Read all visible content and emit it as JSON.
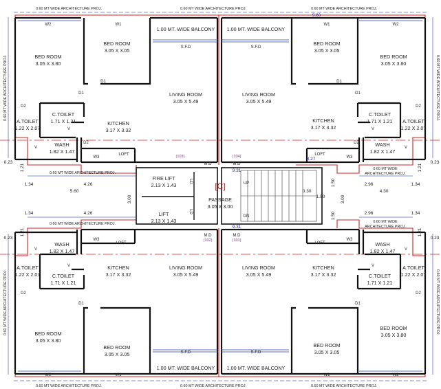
{
  "projection": {
    "top_left": "0.60 MT WIDE ARCHITECTURE PROJ.",
    "top_center": "0.60 MT WIDE ARCHITECTURE PROJ.",
    "top_right": "0.60 MT WIDE ARCHITECTURE PROJ.",
    "bottom_left": "0.60 MT WIDE ARCHITECTURE PROJ.",
    "bottom_center": "0.60 MT WIDE ARCHITECTURE PROJ.",
    "bottom_right": "0.60 MT WIDE ARCHITECTURE PROJ.",
    "left_upper": "0.60 MT WIDE ARCHITECTURE PROJ.",
    "left_lower": "0.60 MT WIDE ARCHITECTURE PROJ.",
    "right_upper": "0.60 MT WIDE ARCHITECTURE PROJ.",
    "right_lower": "0.60 MT WIDE ARCHITECTURE PROJ.",
    "mid_left_upper": "0.60 MT WIDE ARCHITECTURE PROJ.",
    "mid_right_upper_1": "0.60 MT WIDE",
    "mid_right_upper_2": "ARCHITECTURE PROJ.",
    "mid_left_lower": "0.60 MT WIDE ARCHITECTURE PROJ.",
    "mid_right_lower_1": "0.60 MT WIDE",
    "mid_right_lower_2": "ARCHITECTURE PROJ."
  },
  "rooms": {
    "bed_a": "BED ROOM",
    "bed_a_size": "3.05 X 3.80",
    "bed_b": "BED ROOM",
    "bed_b_size": "3.05 X 3.05",
    "balcony": "1.00 MT. WIDE BALCONY",
    "living": "LIVING ROOM",
    "living_size": "3.05 X 5.49",
    "kitchen": "KITCHEN",
    "kitchen_size": "3.17 X 3.32",
    "c_toilet": "C.TOILET",
    "c_toilet_size": "1.71 X 1.21",
    "a_toilet": "A.TOILET",
    "a_toilet_size": "1.22 X 2.07",
    "wash": "WASH",
    "wash_size": "1.82 X 1.47",
    "loft": "LOFT",
    "sfd": "S.F.D",
    "md": "M.D"
  },
  "doors": {
    "d1": "D1",
    "d2": "D2",
    "w1": "W1",
    "w2": "W2",
    "w3": "W3",
    "v": "V"
  },
  "flats": {
    "tl": "(103)",
    "tr": "(104)",
    "bl": "(102)",
    "br": "(101)"
  },
  "core": {
    "fire_lift": "FIRE LIFT",
    "fire_lift_size": "2.13 X 1.43",
    "lift": "LIFT",
    "lift_size": "2.13 X 1.43",
    "ld": "LD",
    "wing": "[C]",
    "passage": "PASSAGE",
    "passage_size": "3.05 X 3.00",
    "up": "UP",
    "dn": "DN"
  },
  "dims": {
    "overall": "9.60",
    "d_931_top": "9.31",
    "d_931_bot": "9.31",
    "d_827": "8.27",
    "d_023": "0.23",
    "d_121": "1.21",
    "d_134": "1.34",
    "d_426": "4.26",
    "d_560": "5.60",
    "d_296": "2.96",
    "d_430": "4.30",
    "d_300": "3.00",
    "d_150": "1.50",
    "d_030": "0.30"
  }
}
